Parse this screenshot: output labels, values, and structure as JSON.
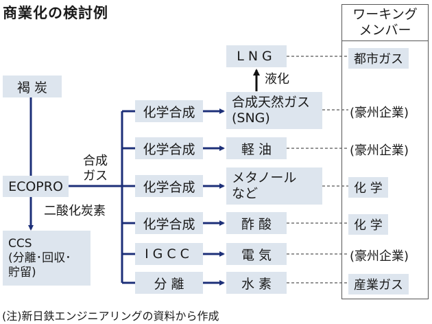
{
  "title": "商業化の検討例",
  "members_header": [
    "ワーキング",
    "メンバー"
  ],
  "source_boxes": {
    "lignite": "褐 炭",
    "ecopro": "ECOPRO",
    "ccs": [
      "CCS",
      "(分離･回収･",
      "貯留)"
    ]
  },
  "labels": {
    "synthesis_gas": [
      "合成",
      "ガス"
    ],
    "co2": "二酸化炭素",
    "liquefaction": "液化"
  },
  "processes": [
    "化学合成",
    "化学合成",
    "化学合成",
    "化学合成",
    "IGCC",
    "分 離"
  ],
  "products": {
    "lng": "LNG",
    "sng": [
      "合成天然ガス",
      "(SNG)"
    ],
    "light_oil": "軽 油",
    "methanol": [
      "メタノール",
      "など"
    ],
    "acetic_acid": "酢 酸",
    "electricity": "電 気",
    "hydrogen": "水 素"
  },
  "members": [
    "都市ガス",
    "(豪州企業)",
    "(豪州企業)",
    "化 学",
    "化 学",
    "(豪州企業)",
    "産業ガス"
  ],
  "footnote": "(注)新日鉄エンジニアリングの資料から作成",
  "colors": {
    "box_fill": "#dde5ee",
    "arrow": "#1c2f78",
    "dashed": "#555555"
  }
}
